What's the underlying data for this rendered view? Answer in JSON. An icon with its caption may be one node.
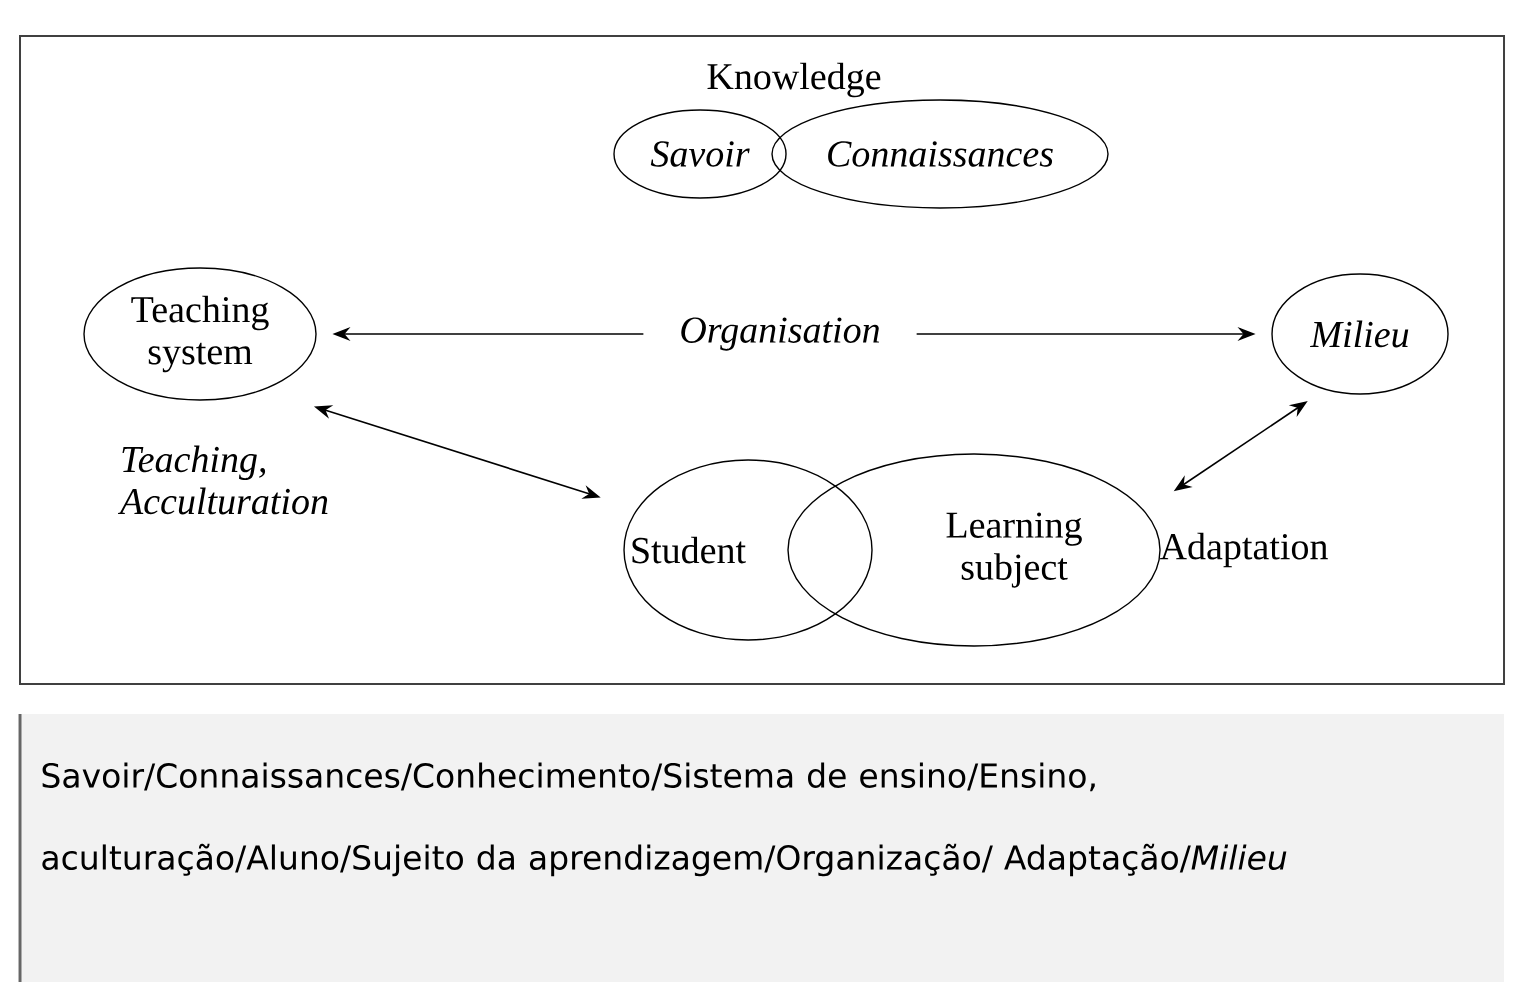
{
  "diagram": {
    "caption": "Savoir/Connaissances/Conhecimento/Sistema de ensino/Ensino, aculturação/Aluno/Sujeito da aprendizagem/Organização/ Adaptação/*Milieu*",
    "nodes": [
      {
        "text": [
          "Savoir"
        ]
      },
      {
        "text": [
          "Connaissances"
        ]
      },
      {
        "text": [
          "Teaching system"
        ]
      },
      {
        "text": [
          "Milieu"
        ]
      },
      {
        "text": [
          "Student"
        ]
      },
      {
        "text": [
          "Learning subject"
        ]
      }
    ],
    "edges": [
      {
        "from": 2,
        "to": 3,
        "arrow": "both",
        "label": "Organisation"
      },
      {
        "from": 2,
        "to": 4,
        "arrow": "both"
      },
      {
        "from": 3,
        "to": 5,
        "arrow": "both"
      }
    ],
    "labels": [
      "Knowledge",
      "Teaching, Acculturation",
      "Adaptation"
    ]
  }
}
